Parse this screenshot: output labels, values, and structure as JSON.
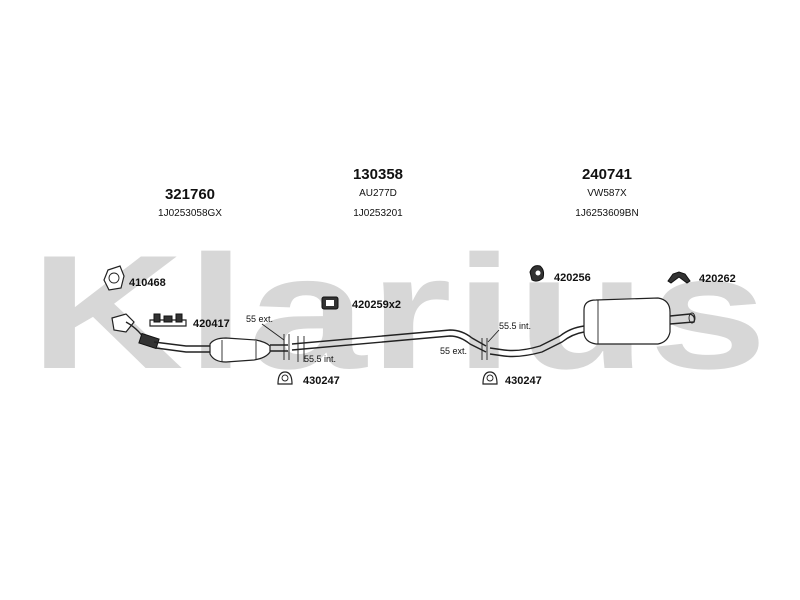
{
  "watermark": {
    "text": "Klarius"
  },
  "assemblies": [
    {
      "id": "321760",
      "sub": "",
      "oem": "1J0253058GX"
    },
    {
      "id": "130358",
      "sub": "AU277D",
      "oem": "1J0253201"
    },
    {
      "id": "240741",
      "sub": "VW587X",
      "oem": "1J6253609BN"
    }
  ],
  "parts": [
    {
      "code": "410468",
      "icon": "gasket-icon"
    },
    {
      "code": "420417",
      "icon": "bracket-icon"
    },
    {
      "code": "420259x2",
      "icon": "rubber-mount-icon"
    },
    {
      "code": "430247",
      "icon": "clamp-icon"
    },
    {
      "code": "430247",
      "icon": "clamp-icon"
    },
    {
      "code": "420256",
      "icon": "hanger-icon"
    },
    {
      "code": "420262",
      "icon": "hanger-strap-icon"
    }
  ],
  "dimensions": [
    {
      "label": "55 ext."
    },
    {
      "label": "55.5 int."
    },
    {
      "label": "55.5 int."
    },
    {
      "label": "55 ext."
    }
  ],
  "colors": {
    "watermark": "#d7d7d7",
    "line": "#222222",
    "text": "#111111"
  }
}
